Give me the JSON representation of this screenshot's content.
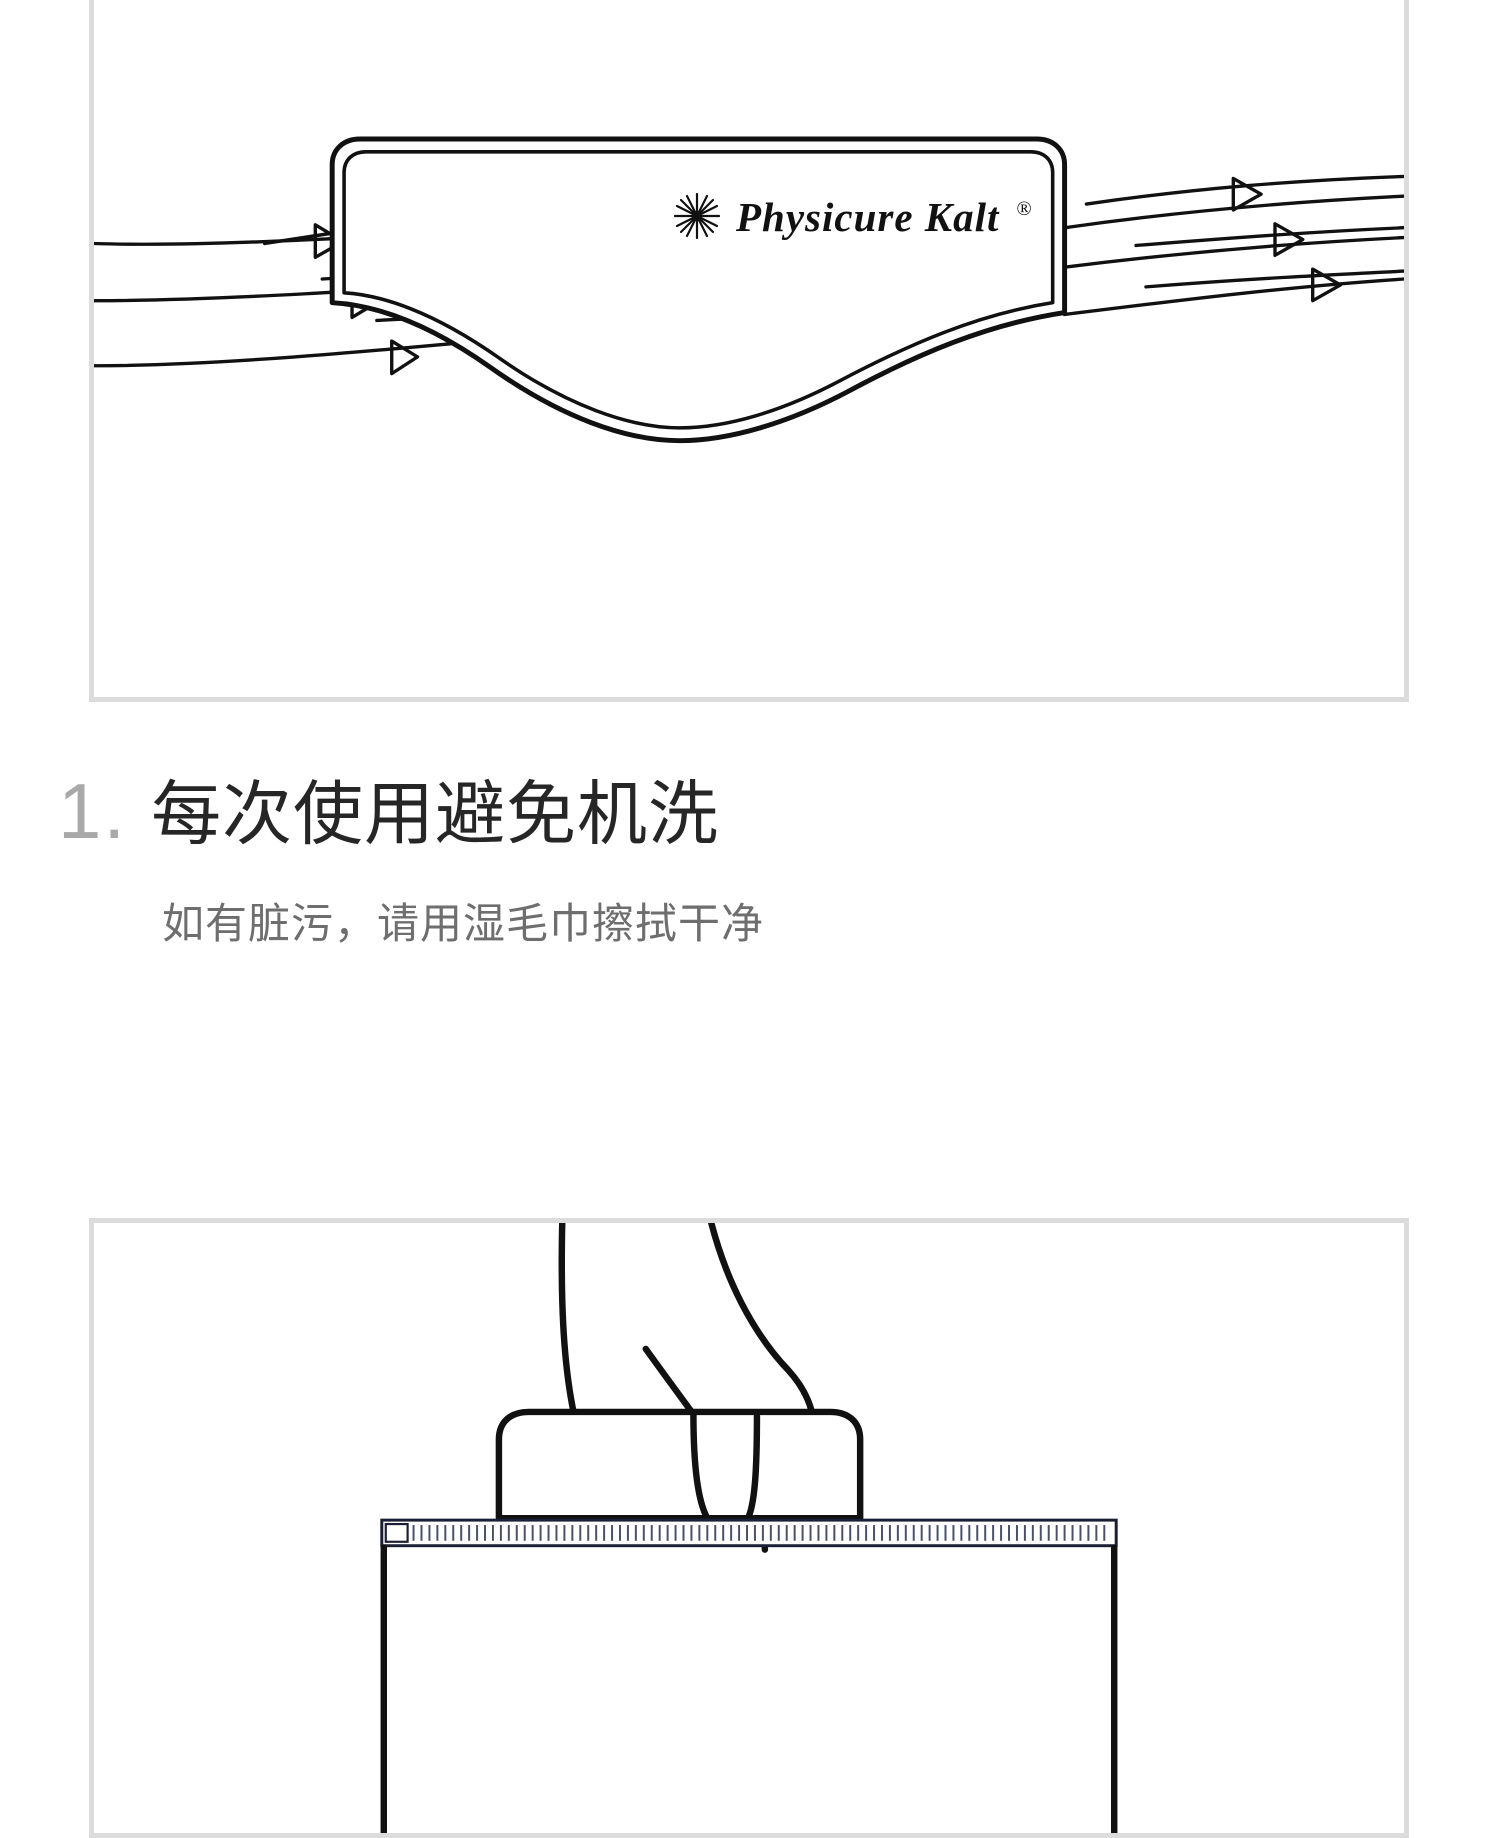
{
  "brand": {
    "logo_icon": "starburst-icon",
    "name": "Physicure  Kalt",
    "registered_mark": "®"
  },
  "step": {
    "number": "1.",
    "title": "每次使用避免机洗",
    "subtitle": "如有脏污，请用湿毛巾擦拭干净"
  },
  "figures": {
    "airflow": {
      "caption_icon": "belt-airflow-illustration",
      "arrow_count_left": 3,
      "arrow_count_right": 3,
      "flow_line_count_left": 6,
      "flow_line_count_right": 6
    },
    "hand": {
      "caption_icon": "hand-inserting-pack-illustration",
      "zipper_icon": "zipper-teeth-icon"
    }
  },
  "colors": {
    "frame_border": "#dcdcdc",
    "ink": "#111111",
    "title": "#262626",
    "number": "#a9a9a9",
    "subtitle": "#6e6e6e",
    "page_background": "#ffffff"
  }
}
